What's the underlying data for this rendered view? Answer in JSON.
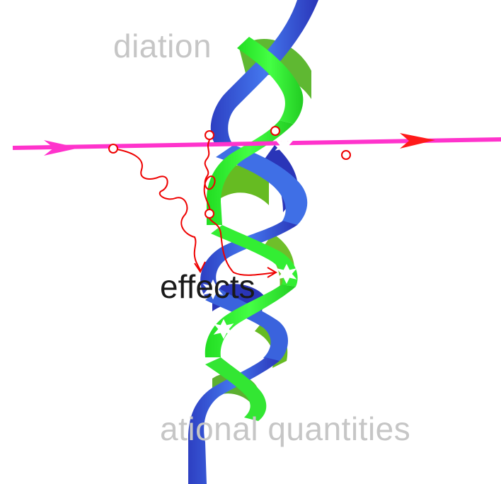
{
  "text_lines": {
    "line_radiation": "diation",
    "line_effects": "effects",
    "line_quantities": "ational quantities"
  },
  "colors": {
    "beam": "#ff33cc",
    "arrowhead": "#ff1a1a",
    "track": "#ee0000",
    "strand_blue": "#3f6fe6",
    "strand_blue_dark": "#2a35b8",
    "strand_green": "#33ee33",
    "strand_green_dark": "#66bb22"
  },
  "icons": [
    "dna-double-helix-icon",
    "radiation-beam-arrow-icon",
    "ionization-circle-icon",
    "damage-burst-icon"
  ]
}
